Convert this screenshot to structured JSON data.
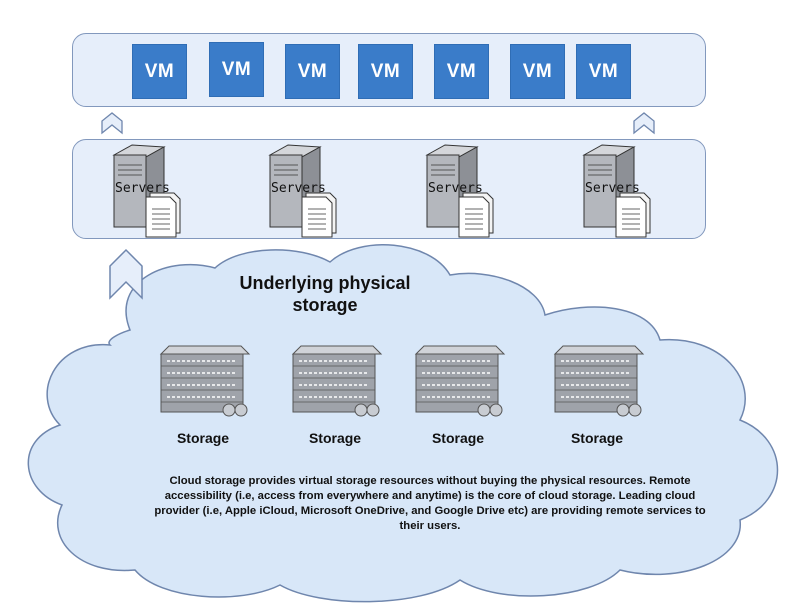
{
  "vm_layer": {
    "vms": [
      "VM",
      "VM",
      "VM",
      "VM",
      "VM",
      "VM",
      "VM"
    ]
  },
  "server_layer": {
    "servers": [
      "Servers",
      "Servers",
      "Servers",
      "Servers"
    ]
  },
  "cloud": {
    "title": "Underlying physical storage",
    "storage_units": [
      "Storage",
      "Storage",
      "Storage",
      "Storage"
    ],
    "description": "Cloud storage provides virtual storage resources without buying the physical resources. Remote accessibility (i.e, access from everywhere and anytime) is the core of cloud storage.  Leading cloud provider (i.e, Apple iCloud, Microsoft OneDrive, and Google Drive etc) are providing remote services to their users."
  },
  "colors": {
    "layer_fill": "#e6eefa",
    "layer_border": "#8298bd",
    "vm_fill": "#3a7cc9",
    "cloud_fill": "#d8e7f8",
    "arrow_fill": "#e6eefa"
  },
  "icons": {
    "server": "server-tower-with-document-icon",
    "storage": "storage-rack-icon",
    "arrow": "up-chevron-arrow-icon"
  }
}
